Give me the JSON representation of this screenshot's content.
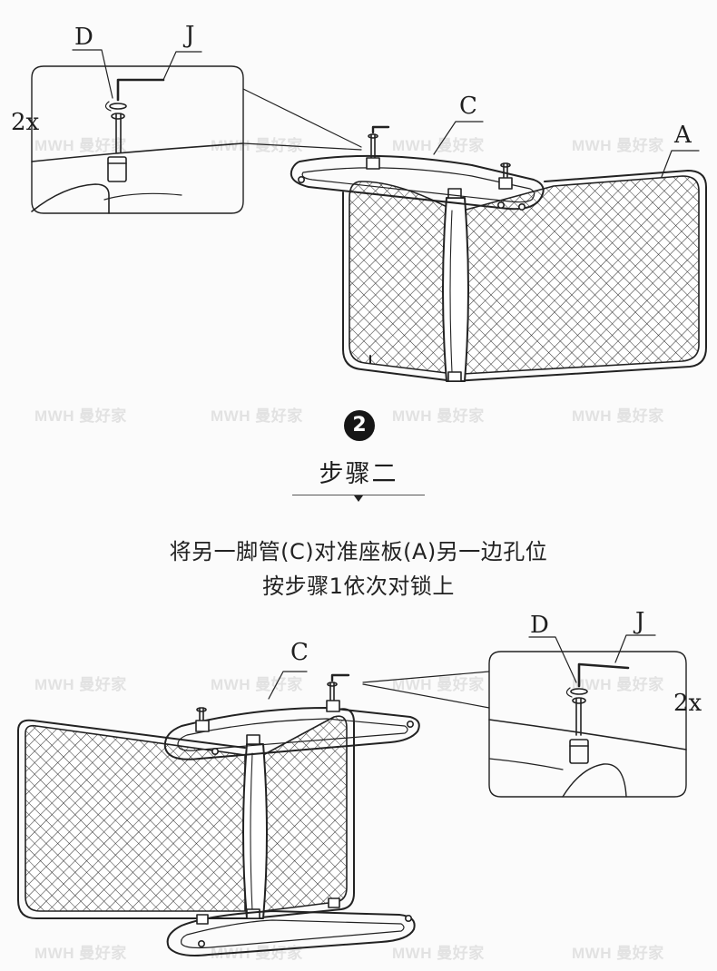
{
  "watermark": "MWH 曼好家",
  "step": {
    "number": "2",
    "title": "步骤二",
    "line1": "将另一脚管(C)对准座板(A)另一边孔位",
    "line2": "按步骤1依次对锁上"
  },
  "top_figure": {
    "label_d": "D",
    "label_j": "J",
    "label_qty": "2x",
    "label_c": "C",
    "label_a": "A"
  },
  "bottom_figure": {
    "label_d": "D",
    "label_j": "J",
    "label_qty": "2x",
    "label_c": "C"
  }
}
